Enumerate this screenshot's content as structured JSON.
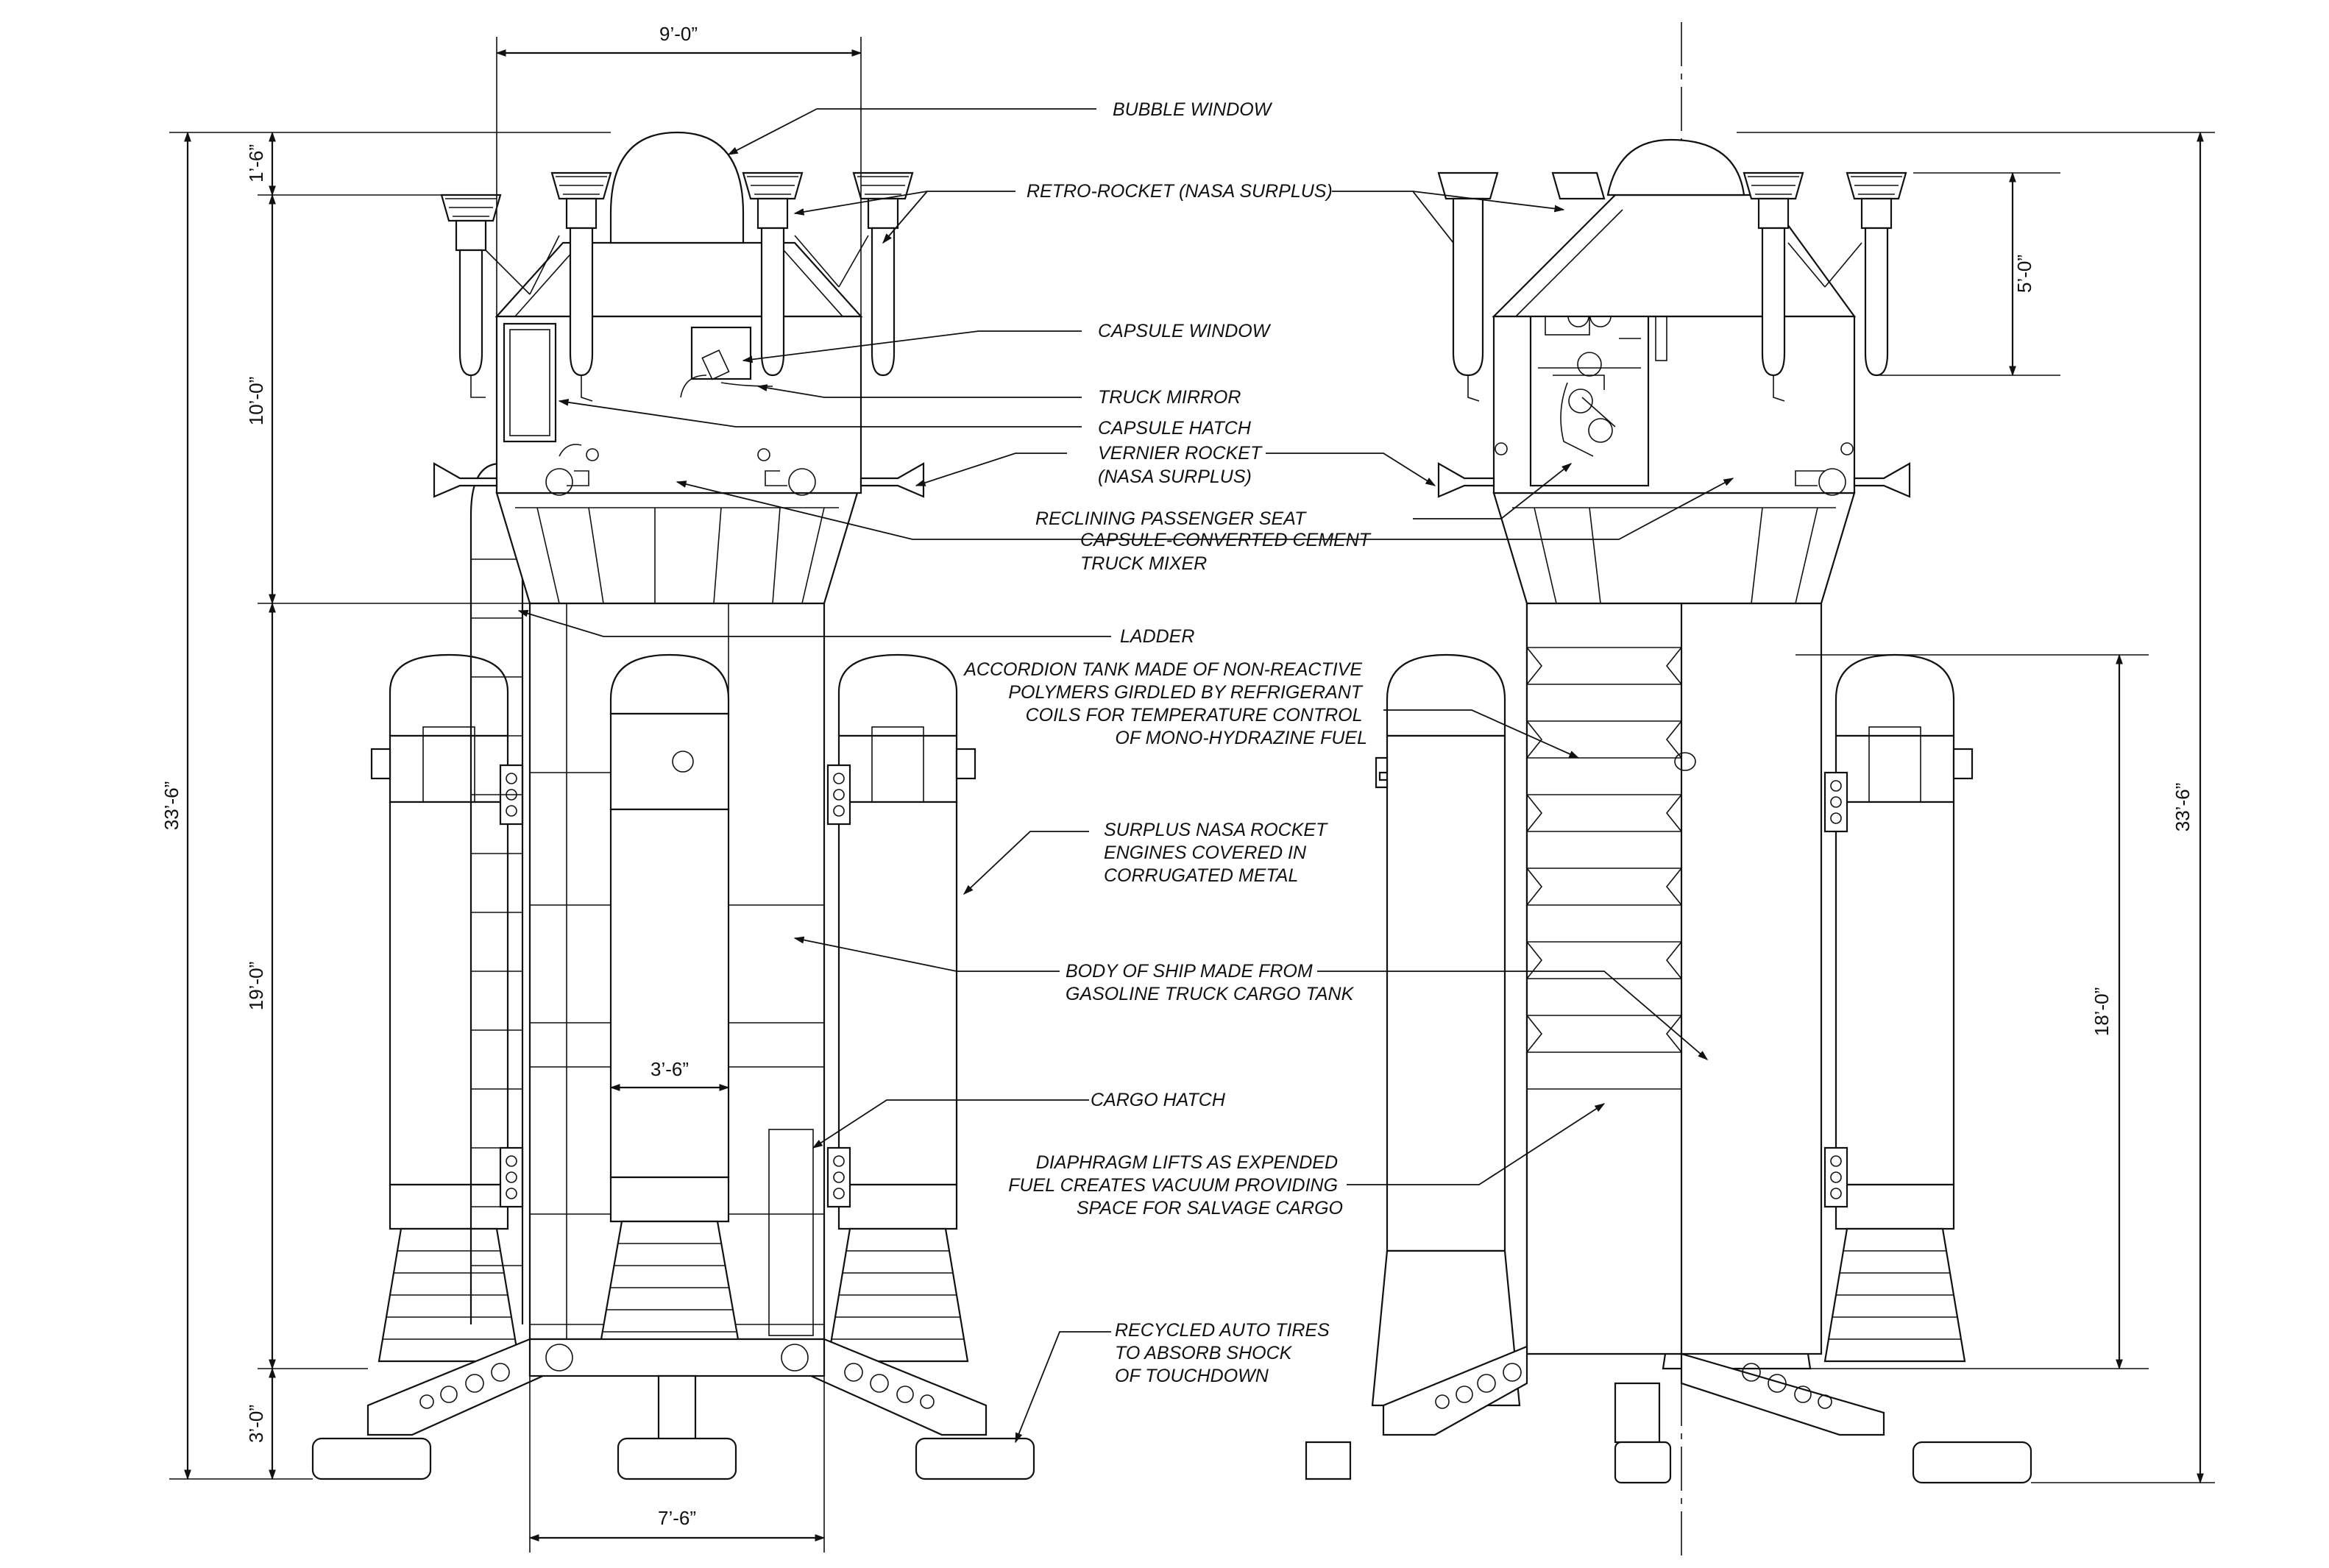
{
  "callouts": [
    {
      "id": "bubble-window",
      "lines": [
        "BUBBLE WINDOW"
      ]
    },
    {
      "id": "retro-rocket",
      "lines": [
        "RETRO-ROCKET (NASA SURPLUS)"
      ]
    },
    {
      "id": "capsule-window",
      "lines": [
        "CAPSULE WINDOW"
      ]
    },
    {
      "id": "truck-mirror",
      "lines": [
        "TRUCK MIRROR"
      ]
    },
    {
      "id": "capsule-hatch",
      "lines": [
        "CAPSULE HATCH"
      ]
    },
    {
      "id": "vernier-rocket",
      "lines": [
        "VERNIER ROCKET",
        "(NASA SURPLUS)"
      ]
    },
    {
      "id": "reclining-seat",
      "lines": [
        "RECLINING PASSENGER SEAT"
      ]
    },
    {
      "id": "cement-mixer",
      "lines": [
        "CAPSULE-CONVERTED CEMENT",
        "TRUCK MIXER"
      ]
    },
    {
      "id": "ladder",
      "lines": [
        "LADDER"
      ]
    },
    {
      "id": "accordion-tank",
      "lines": [
        "ACCORDION TANK MADE OF NON-REACTIVE",
        "POLYMERS GIRDLED BY REFRIGERANT",
        "COILS FOR  TEMPERATURE CONTROL",
        "OF MONO-HYDRAZINE FUEL"
      ]
    },
    {
      "id": "surplus-engines",
      "lines": [
        "SURPLUS NASA ROCKET",
        "ENGINES COVERED IN",
        "CORRUGATED METAL"
      ]
    },
    {
      "id": "ship-body",
      "lines": [
        "BODY OF SHIP MADE FROM",
        "GASOLINE TRUCK CARGO TANK"
      ]
    },
    {
      "id": "cargo-hatch",
      "lines": [
        "CARGO HATCH"
      ]
    },
    {
      "id": "diaphragm",
      "lines": [
        "DIAPHRAGM LIFTS AS EXPENDED",
        "FUEL CREATES VACUUM PROVIDING",
        "SPACE FOR SALVAGE CARGO"
      ]
    },
    {
      "id": "auto-tires",
      "lines": [
        "RECYCLED AUTO TIRES",
        "TO ABSORB SHOCK",
        "OF TOUCHDOWN"
      ]
    }
  ],
  "dimensions": {
    "capsule_width": "9’-0”",
    "bubble_height": "1’-6”",
    "capsule_height": "10’-0”",
    "body_height": "19’-0”",
    "leg_height": "3’-0”",
    "overall_height_left": "33’-6”",
    "booster_width": "3’-6”",
    "base_width": "7’-6”",
    "retro_height": "5’-0”",
    "booster_height": "18’-0”",
    "overall_height_right": "33’-6”"
  }
}
